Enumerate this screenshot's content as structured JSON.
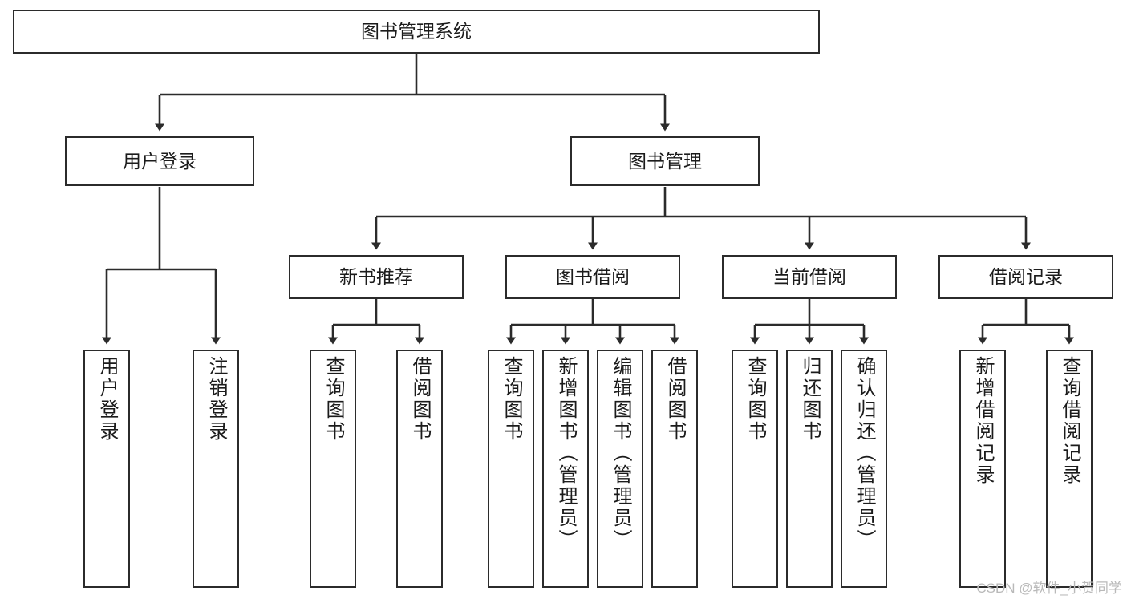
{
  "diagram": {
    "type": "tree-hierarchy-chart",
    "title": "图书管理系统",
    "colors": {
      "box_border": "#2b2b2b",
      "box_fill": "#ffffff",
      "connector": "#2b2b2b",
      "text": "#1b1b1b",
      "watermark": "#b9b9b9",
      "background": "#ffffff"
    },
    "root": {
      "label": "图书管理系统",
      "orientation": "horizontal"
    },
    "level2": [
      {
        "label": "用户登录",
        "orientation": "horizontal"
      },
      {
        "label": "图书管理",
        "orientation": "horizontal"
      }
    ],
    "level3": [
      {
        "label": "新书推荐",
        "orientation": "horizontal",
        "parent": "图书管理"
      },
      {
        "label": "图书借阅",
        "orientation": "horizontal",
        "parent": "图书管理"
      },
      {
        "label": "当前借阅",
        "orientation": "horizontal",
        "parent": "图书管理"
      },
      {
        "label": "借阅记录",
        "orientation": "horizontal",
        "parent": "图书管理"
      }
    ],
    "leaves": [
      {
        "label": "用户登录",
        "parent": "用户登录",
        "orientation": "vertical"
      },
      {
        "label": "注销登录",
        "parent": "用户登录",
        "orientation": "vertical"
      },
      {
        "label": "查询图书",
        "parent": "新书推荐",
        "orientation": "vertical"
      },
      {
        "label": "借阅图书",
        "parent": "新书推荐",
        "orientation": "vertical"
      },
      {
        "label": "查询图书",
        "parent": "图书借阅",
        "orientation": "vertical"
      },
      {
        "label": "新增图书（管理员）",
        "parent": "图书借阅",
        "orientation": "vertical"
      },
      {
        "label": "编辑图书（管理员）",
        "parent": "图书借阅",
        "orientation": "vertical"
      },
      {
        "label": "借阅图书",
        "parent": "图书借阅",
        "orientation": "vertical"
      },
      {
        "label": "查询图书",
        "parent": "当前借阅",
        "orientation": "vertical"
      },
      {
        "label": "归还图书",
        "parent": "当前借阅",
        "orientation": "vertical"
      },
      {
        "label": "确认归还（管理员）",
        "parent": "当前借阅",
        "orientation": "vertical"
      },
      {
        "label": "新增借阅记录",
        "parent": "借阅记录",
        "orientation": "vertical"
      },
      {
        "label": "查询借阅记录",
        "parent": "借阅记录",
        "orientation": "vertical"
      }
    ]
  },
  "watermark": {
    "text": "CSDN @软件_小贺同学"
  }
}
